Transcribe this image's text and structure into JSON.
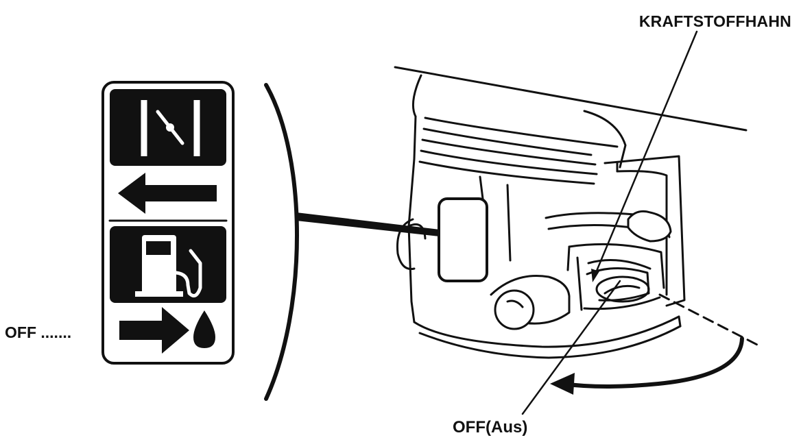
{
  "labels": {
    "fuel_valve": "KRAFTSTOFFHAHN",
    "off_aus": "OFF(Aus)",
    "off_left": "OFF ......."
  },
  "icons": {
    "choke": "choke-icon",
    "fuel_pump": "fuel-pump-icon",
    "arrow_left": "arrow-left-icon",
    "arrow_right": "arrow-right-icon",
    "fuel_drop": "fuel-drop-icon"
  },
  "colors": {
    "ink": "#111111",
    "paper": "#ffffff"
  }
}
